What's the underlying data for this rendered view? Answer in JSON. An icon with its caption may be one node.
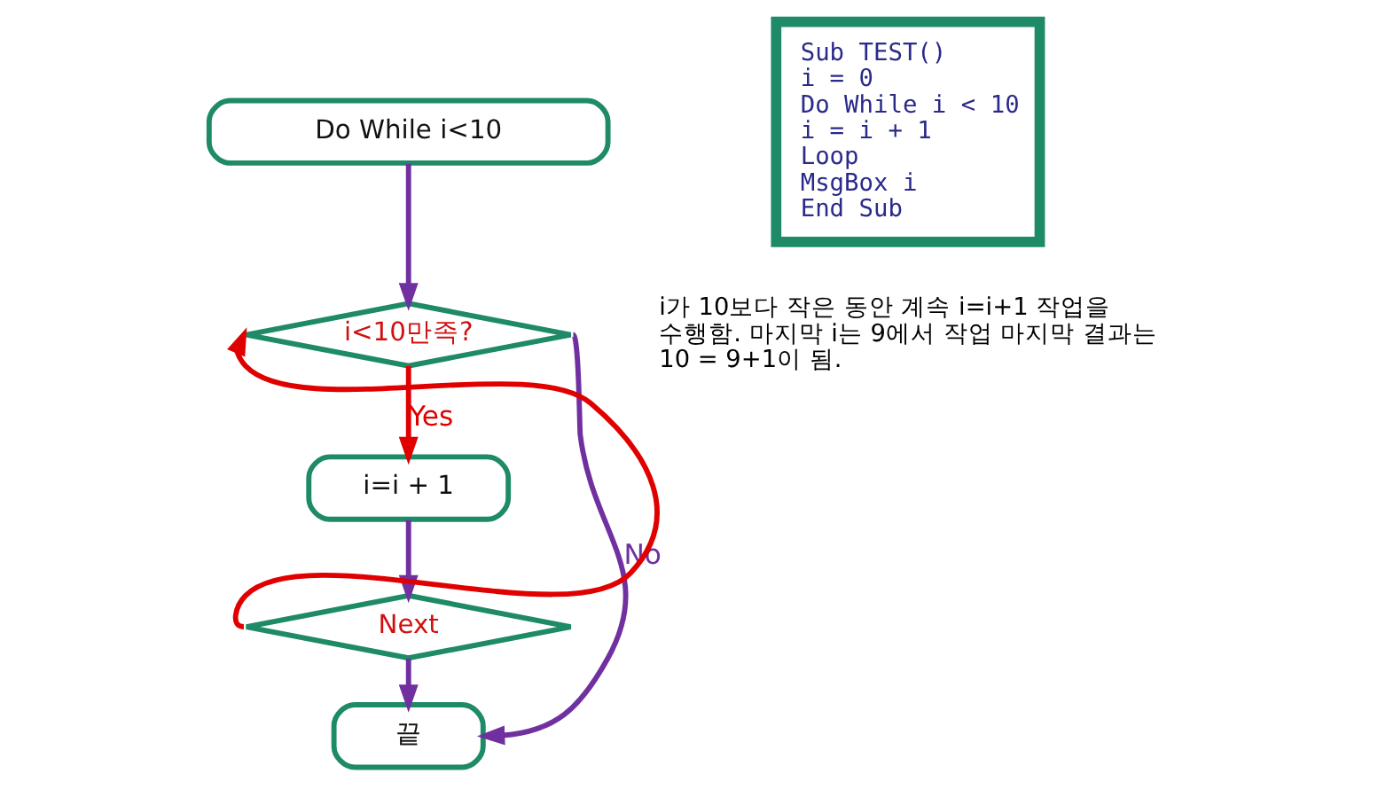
{
  "diagram": {
    "nodes": [
      {
        "text": [
          "Do While i<10"
        ]
      },
      {
        "text": [
          "i<10만족?"
        ]
      },
      {
        "text": [
          "i=i + 1"
        ]
      },
      {
        "text": [
          "Next"
        ]
      },
      {
        "text": [
          "끝"
        ]
      },
      {
        "text": [
          "Sub TEST()",
          "i = 0",
          "Do While i < 10",
          "i = i + 1",
          "Loop",
          "MsgBox i",
          "End Sub"
        ]
      }
    ],
    "edges": [
      {
        "from": 0,
        "to": 1,
        "arrow": "to"
      },
      {
        "from": 1,
        "to": 2,
        "arrow": "to",
        "label": "Yes",
        "color": "#e00000"
      },
      {
        "from": 2,
        "to": 3,
        "arrow": "to"
      },
      {
        "from": 3,
        "to": 1,
        "arrow": "to",
        "color": "#e00000"
      },
      {
        "from": 1,
        "to": 4,
        "arrow": "to",
        "label": "No"
      },
      {
        "from": 3,
        "to": 4,
        "arrow": "to"
      }
    ],
    "labels": [
      "i가 10보다 작은 동안 계속 i=i+1 작업을 수행함. 마지막 i는 9에서 작업 마지막 결과는 10 = 9+1이 됨."
    ]
  }
}
